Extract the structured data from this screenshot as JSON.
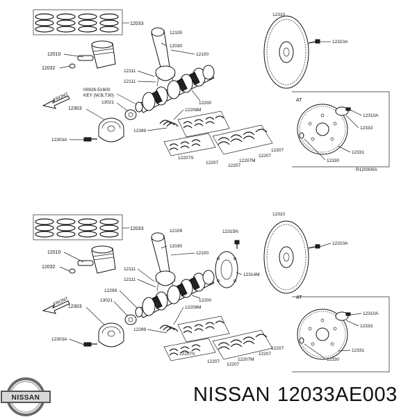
{
  "top": {
    "labels": {
      "rings": "12033",
      "piston": "12010",
      "pin": "12032",
      "rod": "12105",
      "rod_bolt": "12030",
      "rod_assy": "12100",
      "rod_nut": "12111",
      "rod_bearing": "12111",
      "key": "00926-51600",
      "key2": "KEY (W,B,T30)",
      "front": "FRONT",
      "sprocket": "13021",
      "pulley": "12303",
      "pulley_bolt": "12303A",
      "crank": "12200",
      "thrust": "12208M",
      "brg_upper": "12289",
      "brg_lower": "12207S",
      "brg_a": "12207",
      "brg_b": "12207",
      "brg_c": "12207M",
      "brg_d": "12207",
      "brg_e": "12207",
      "flywheel": "12310",
      "fly_bolt": "12310A",
      "at": "AT",
      "plate_bolt": "12310A",
      "plate": "12333",
      "drive_plate": "12331",
      "ring": "12330",
      "ref": "R120000A"
    }
  },
  "bottom": {
    "labels": {
      "rings": "12033",
      "piston": "12010",
      "pin": "12032",
      "rod": "12109",
      "rod_bolt": "12030",
      "rod_assy": "12100",
      "rod_nut": "12111",
      "rod_bearing": "12111",
      "key": "12299",
      "front": "FRONT",
      "sprocket": "13021",
      "pulley": "12303",
      "pulley_bolt": "12303A",
      "crank": "12200",
      "thrust": "12208M",
      "brg_upper": "12289",
      "brg_lower": "12207S",
      "brg_a": "12207",
      "brg_b": "12207",
      "brg_c": "12207M",
      "brg_d": "12207",
      "brg_e": "12207",
      "seal_bolt": "12315N",
      "seal": "12314M",
      "flywheel": "12310",
      "fly_bolt": "12310A",
      "at": "AT",
      "plate_bolt": "12310A",
      "plate": "12333",
      "drive_plate": "12331",
      "ring": "12330"
    }
  },
  "logo": {
    "text": "NISSAN"
  },
  "caption": {
    "brand": "NISSAN",
    "part_number": "12033AE003"
  }
}
